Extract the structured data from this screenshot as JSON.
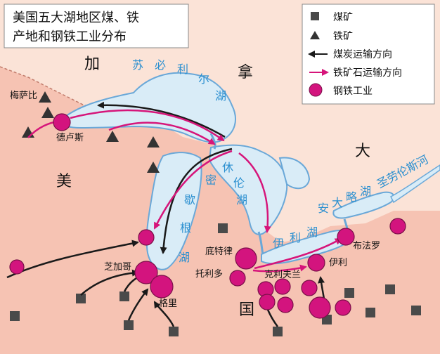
{
  "title": {
    "line1": "美国五大湖地区煤、铁",
    "line2": "产地和钢铁工业分布"
  },
  "legend": {
    "items": [
      {
        "icon": "coal-mine-square-icon",
        "label": "煤矿"
      },
      {
        "icon": "iron-mine-triangle-icon",
        "label": "铁矿"
      },
      {
        "icon": "coal-transport-arrow-icon",
        "label": "煤炭运输方向"
      },
      {
        "icon": "iron-ore-transport-arrow-icon",
        "label": "铁矿石运输方向"
      },
      {
        "icon": "steel-industry-circle-icon",
        "label": "钢铁工业"
      }
    ]
  },
  "regions": {
    "canada_1": "加",
    "canada_2": "拿",
    "canada_3": "大",
    "usa_1": "美",
    "usa_2": "国"
  },
  "lakes": {
    "superior": [
      "苏",
      "必",
      "利",
      "尔",
      "湖"
    ],
    "michigan": [
      "密",
      "歇",
      "根",
      "湖"
    ],
    "huron": [
      "休",
      "伦",
      "湖"
    ],
    "erie": [
      "伊",
      "利",
      "湖"
    ],
    "ontario": [
      "安",
      "大",
      "略",
      "湖"
    ]
  },
  "river": "圣劳伦斯河",
  "cities": {
    "mesabi": "梅萨比",
    "duluth": "德卢斯",
    "chicago": "芝加哥",
    "gary": "格里",
    "detroit": "底特律",
    "toledo": "托利多",
    "cleveland": "克利夫兰",
    "erie": "伊利",
    "buffalo": "布法罗"
  },
  "colors": {
    "land_us": "#f6c3b3",
    "land_canada": "#fbe3d7",
    "water": "#d9ecf7",
    "water_label": "#2a8fd0",
    "shore": "#6aa8d8",
    "coal": "#4a4a4a",
    "iron": "#333333",
    "coal_arrow": "#1a1a1a",
    "iron_arrow": "#d6157a",
    "steel": "#d3147e",
    "steel_stroke": "#7a1048"
  }
}
